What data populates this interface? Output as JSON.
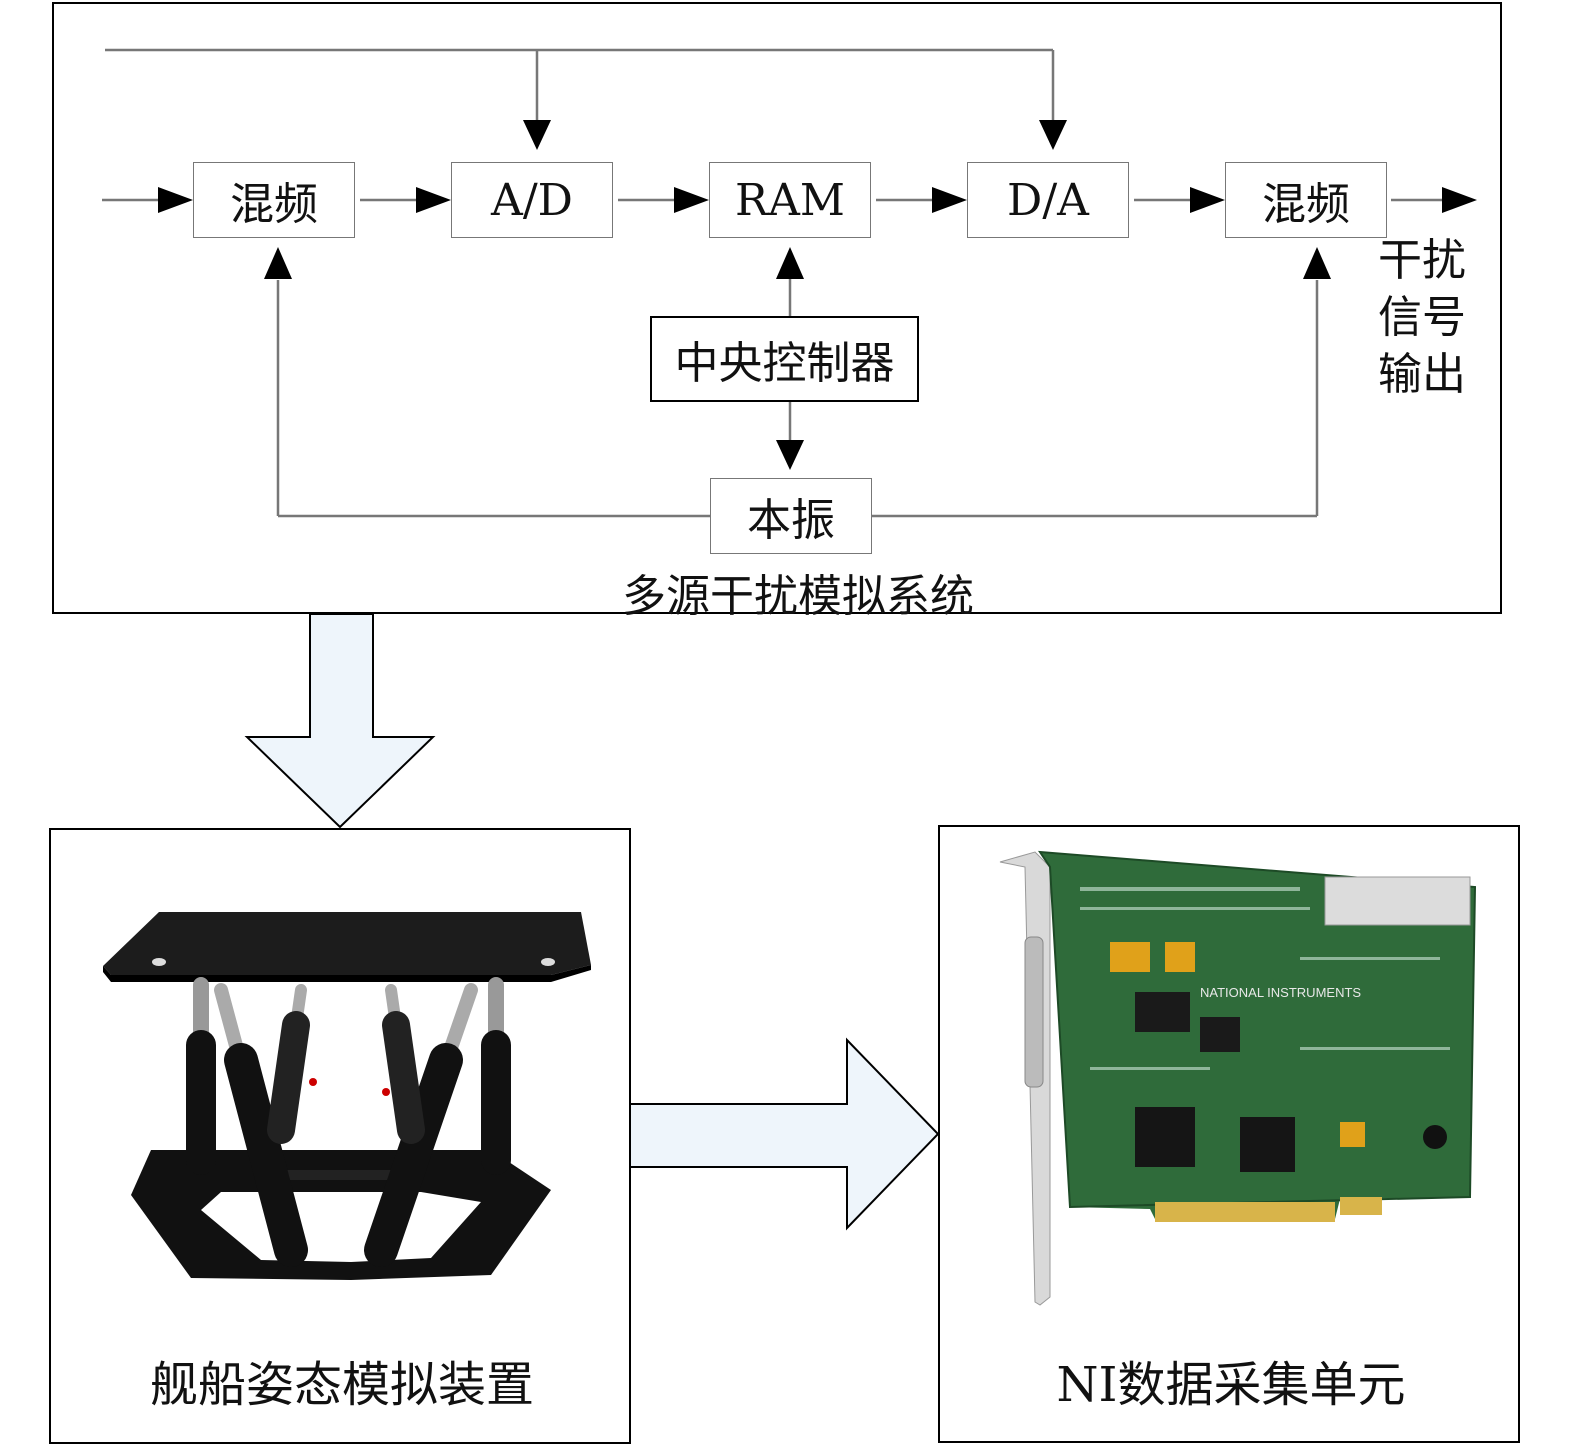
{
  "colors": {
    "line": "#777777",
    "arrow_head": "#000000",
    "big_arrow_fill": "#eef5fb"
  },
  "system": {
    "title": "多源干扰模拟系统",
    "blocks": {
      "mixer_in": "混频",
      "ad": "A/D",
      "ram": "RAM",
      "da": "D/A",
      "mixer_out": "混频",
      "controller": "中央控制器",
      "local_osc": "本振"
    },
    "output_label": [
      "干扰",
      "信号",
      "输出"
    ]
  },
  "ship_panel": {
    "caption": "舰船姿态模拟装置",
    "image": "hexapod-motion-platform"
  },
  "ni_panel": {
    "caption": "NI数据采集单元",
    "image": "ni-pci-daq-card"
  }
}
